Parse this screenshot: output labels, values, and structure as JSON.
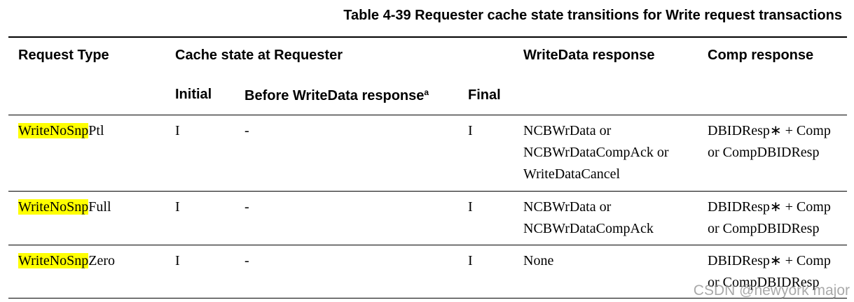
{
  "caption": "Table 4-39 Requester cache state transitions for Write request transactions",
  "headers": {
    "request_type": "Request Type",
    "cache_state": "Cache state at Requester",
    "writedata_response": "WriteData response",
    "comp_response": "Comp response",
    "initial": "Initial",
    "before_writedata": "Before WriteData response",
    "before_writedata_sup": "a",
    "final": "Final"
  },
  "rows": [
    {
      "type_highlight": "WriteNoSnp",
      "type_suffix": "Ptl",
      "initial": "I",
      "before": "-",
      "final": "I",
      "writedata": [
        "NCBWrData or",
        "NCBWrDataCompAck or",
        "WriteDataCancel"
      ],
      "comp": [
        "DBIDResp∗ + Comp",
        "or CompDBIDResp"
      ]
    },
    {
      "type_highlight": "WriteNoSnp",
      "type_suffix": "Full",
      "initial": "I",
      "before": "-",
      "final": "I",
      "writedata": [
        "NCBWrData or",
        "NCBWrDataCompAck"
      ],
      "comp": [
        "DBIDResp∗ + Comp",
        "or CompDBIDResp"
      ]
    },
    {
      "type_highlight": "WriteNoSnp",
      "type_suffix": "Zero",
      "initial": "I",
      "before": "-",
      "final": "I",
      "writedata": [
        "None"
      ],
      "comp": [
        "DBIDResp∗ + Comp",
        "or CompDBIDResp"
      ]
    }
  ],
  "watermark": "CSDN @newyork major",
  "colors": {
    "highlight": "#ffff00",
    "text": "#000000",
    "watermark": "#8c8c8c"
  }
}
